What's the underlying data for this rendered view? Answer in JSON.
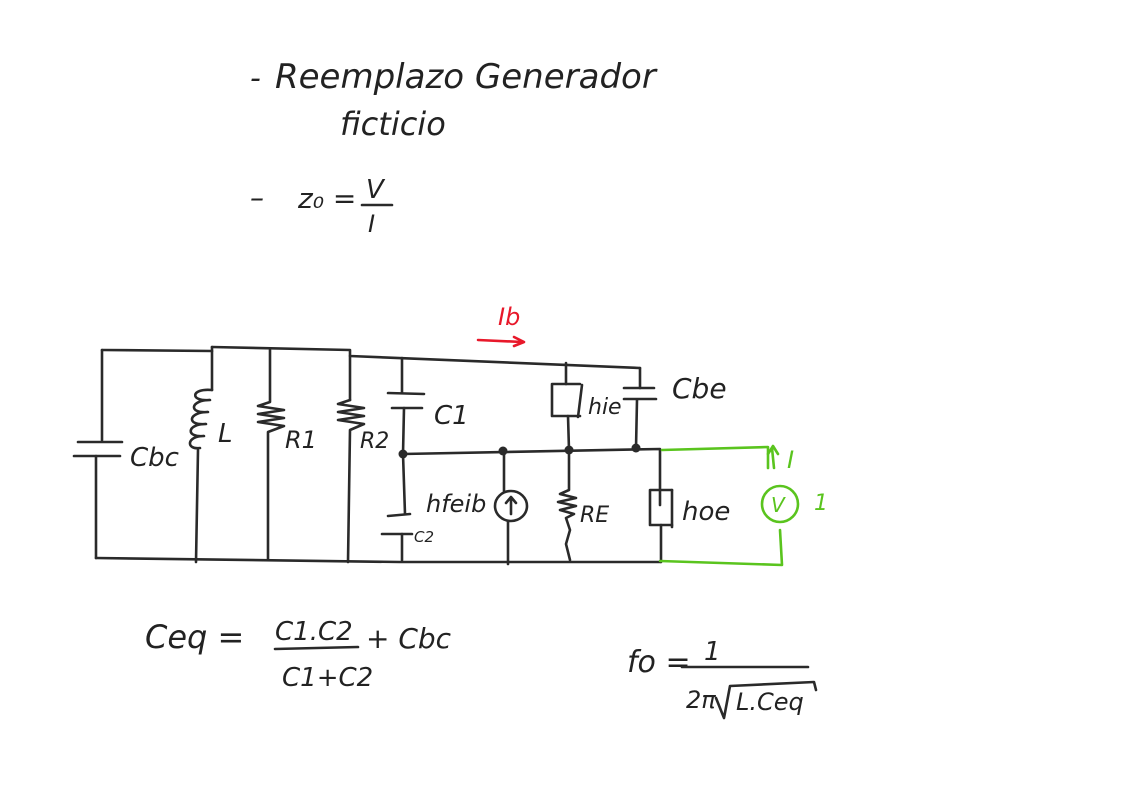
{
  "notes": {
    "line1_bullet": "-",
    "line1_text": "Reemplazo Generador",
    "line2_text": "ficticio",
    "line3_bullet": "–",
    "z0_lhs": "z₀ =",
    "z0_num": "V",
    "z0_den": "I"
  },
  "circuit": {
    "current_label": "Ib",
    "labels": {
      "cbc": "Cbc",
      "l": "L",
      "r1": "R1",
      "r2": "R2",
      "c1": "C1",
      "c2": "C2",
      "hie": "hie",
      "cbe": "Cbe",
      "hfeib": "hfeib",
      "re": "RE",
      "hoe": "hoe",
      "v": "V",
      "i": "I",
      "one": "1"
    },
    "colors": {
      "ink": "#2a2a2a",
      "test_source": "#5ac41e",
      "current_arrow": "#e8182a"
    }
  },
  "equations": {
    "ceq_lhs": "Ceq =",
    "ceq_num": "C1.C2",
    "ceq_den": "C1+C2",
    "ceq_plus": "+ Cbc",
    "f0_lhs": "fo =",
    "f0_num": "1",
    "f0_den_prefix": "2π",
    "f0_den_root": "L.Ceq"
  }
}
